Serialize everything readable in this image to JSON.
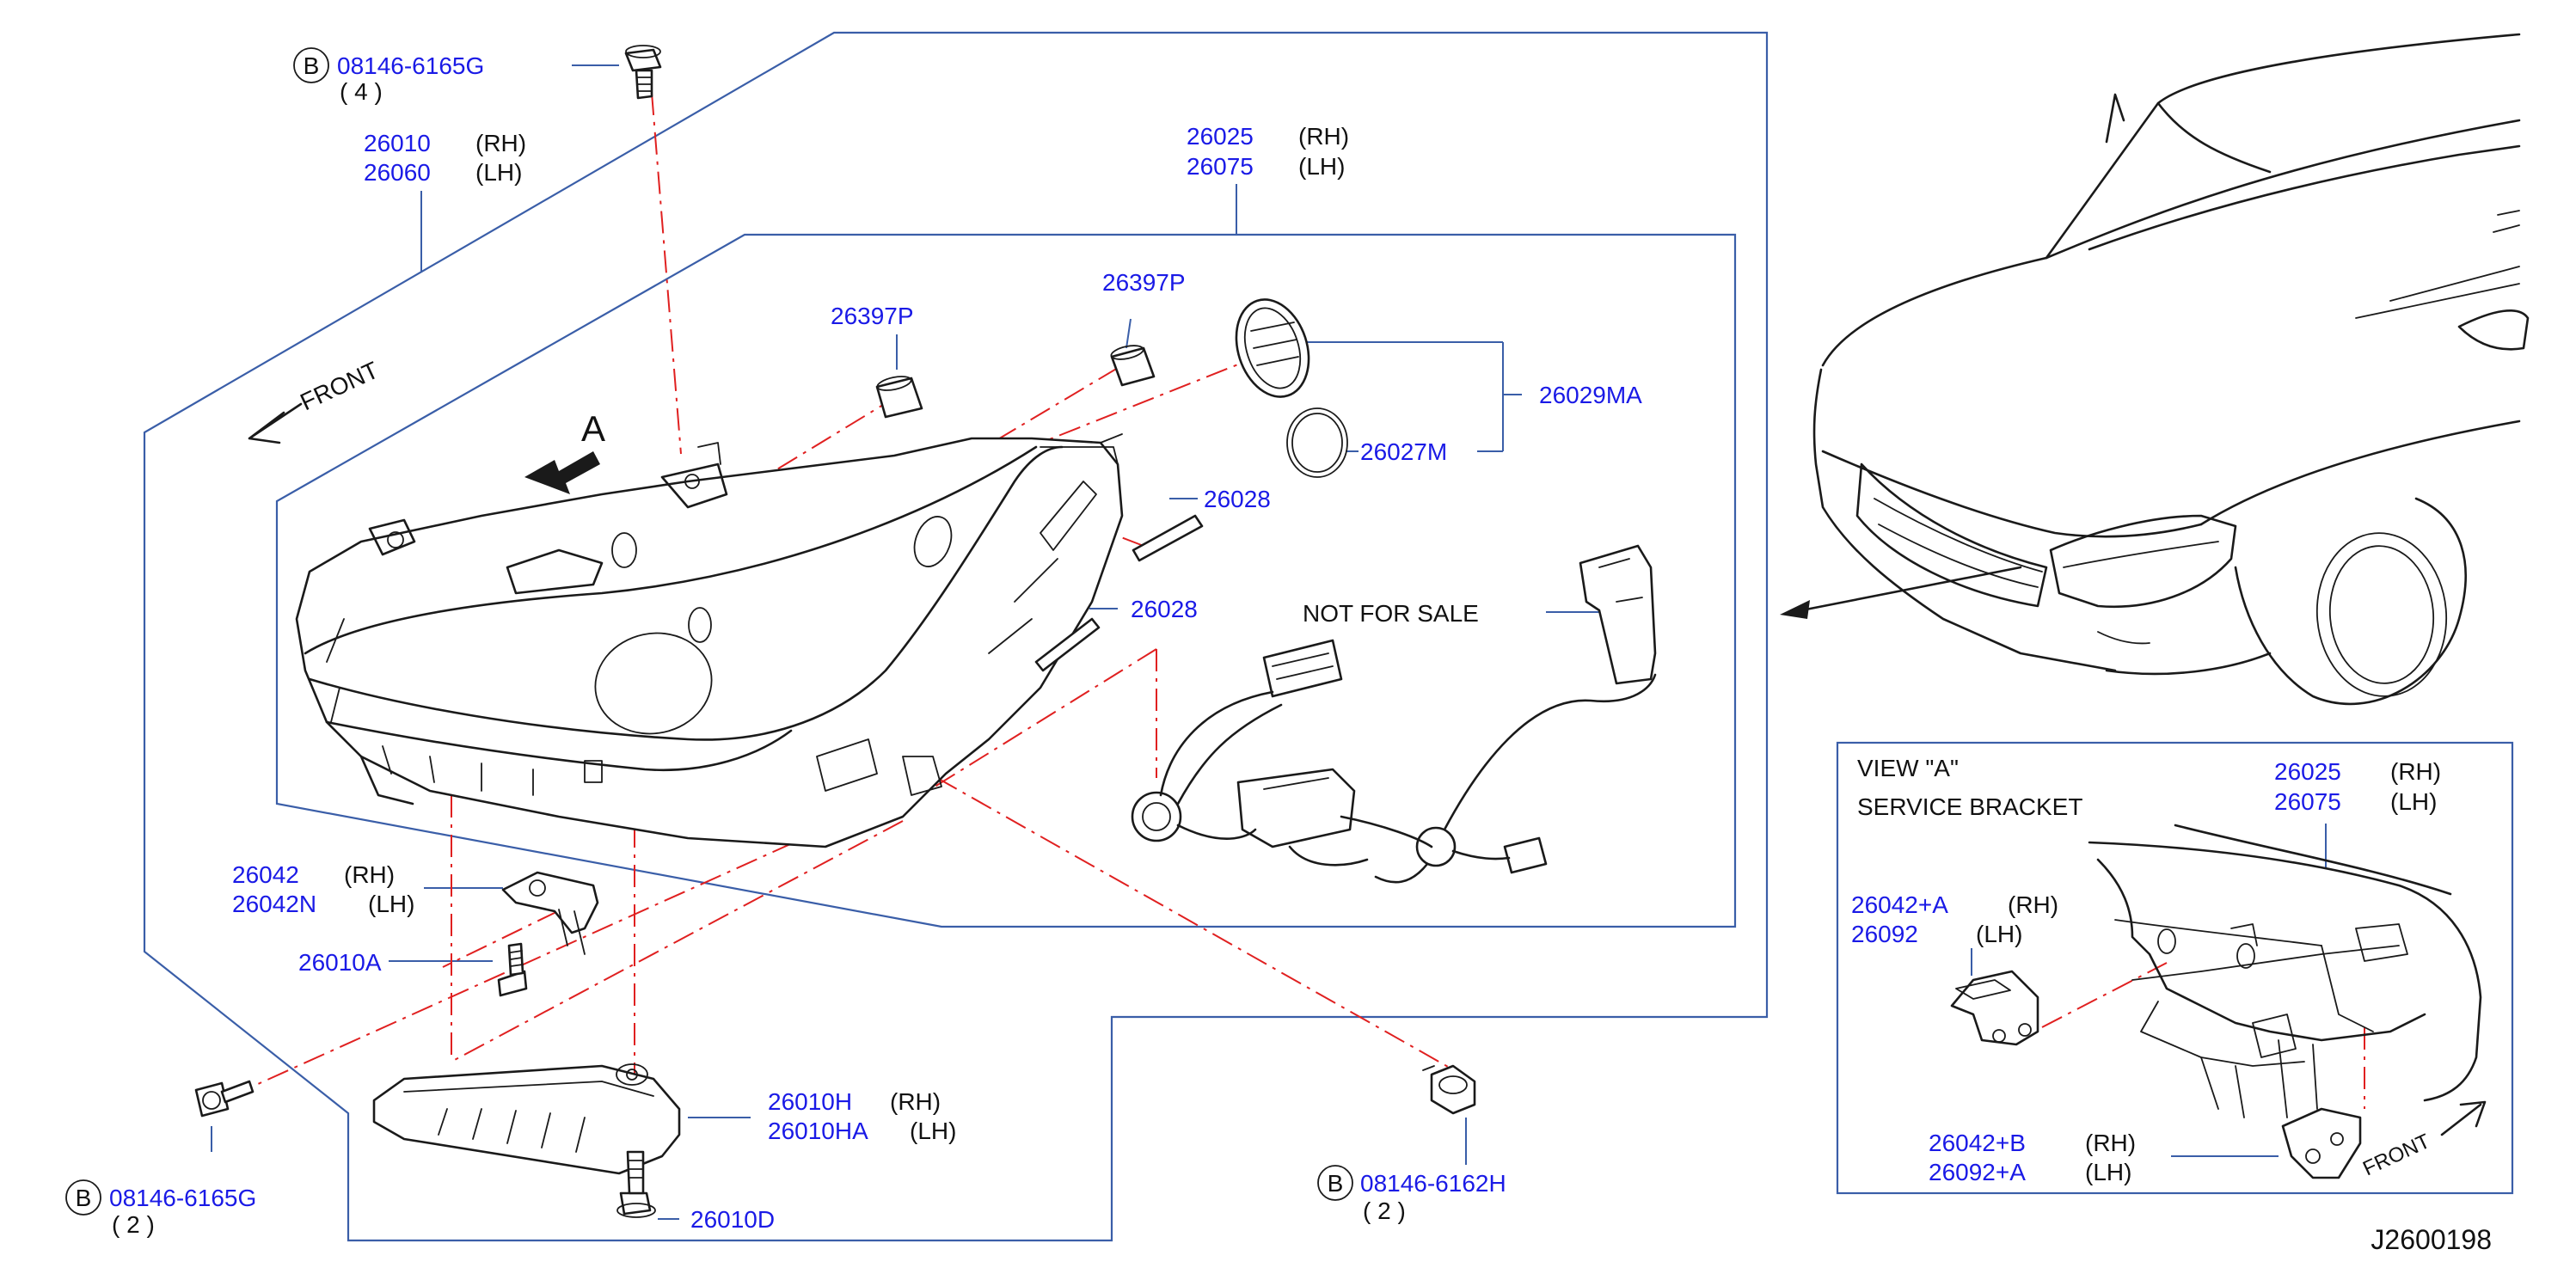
{
  "callouts": {
    "bolt_top": {
      "badge": "B",
      "part": "08146-6165G",
      "qty": "( 4 )"
    },
    "bolt_left": {
      "badge": "B",
      "part": "08146-6165G",
      "qty": "( 2 )"
    },
    "bolt_right": {
      "badge": "B",
      "part": "08146-6162H",
      "qty": "( 2 )"
    },
    "headlamp_assy": {
      "rh_part": "26010",
      "rh": "(RH)",
      "lh_part": "26060",
      "lh": "(LH)"
    },
    "housing": {
      "rh_part": "26025",
      "rh": "(RH)",
      "lh_part": "26075",
      "lh": "(LH)"
    },
    "bulb_cap_1": {
      "part": "26397P"
    },
    "bulb_cap_2": {
      "part": "26397P"
    },
    "cover_kit": {
      "part": "26029MA"
    },
    "seal": {
      "part": "26027M"
    },
    "clip_1": {
      "part": "26028"
    },
    "clip_2": {
      "part": "26028"
    },
    "not_for_sale": "NOT  FOR  SALE",
    "bracket": {
      "rh_part": "26042",
      "rh": "(RH)",
      "lh_part": "26042N",
      "lh": "(LH)"
    },
    "screw": {
      "part": "26010A"
    },
    "drl_lamp": {
      "rh_part": "26010H",
      "rh": "(RH)",
      "lh_part": "26010HA",
      "lh": "(LH)"
    },
    "drl_screw": {
      "part": "26010D"
    },
    "front_arrow": "FRONT",
    "view_arrow": "A"
  },
  "view_a": {
    "title": "VIEW  \"A\"",
    "subtitle": "SERVICE  BRACKET",
    "housing": {
      "rh_part": "26025",
      "rh": "(RH)",
      "lh_part": "26075",
      "lh": "(LH)"
    },
    "bracket_upper": {
      "rh_part": "26042+A",
      "rh": "(RH)",
      "lh_part": "26092",
      "lh": "(LH)"
    },
    "bracket_lower": {
      "rh_part": "26042+B",
      "rh": "(RH)",
      "lh_part": "26092+A",
      "lh": "(LH)"
    },
    "front_arrow": "FRONT"
  },
  "diagram_id": "J2600198",
  "colors": {
    "part_number": "#1a1ae6",
    "leader": "#3a5ea8",
    "centerline": "#e02020"
  }
}
